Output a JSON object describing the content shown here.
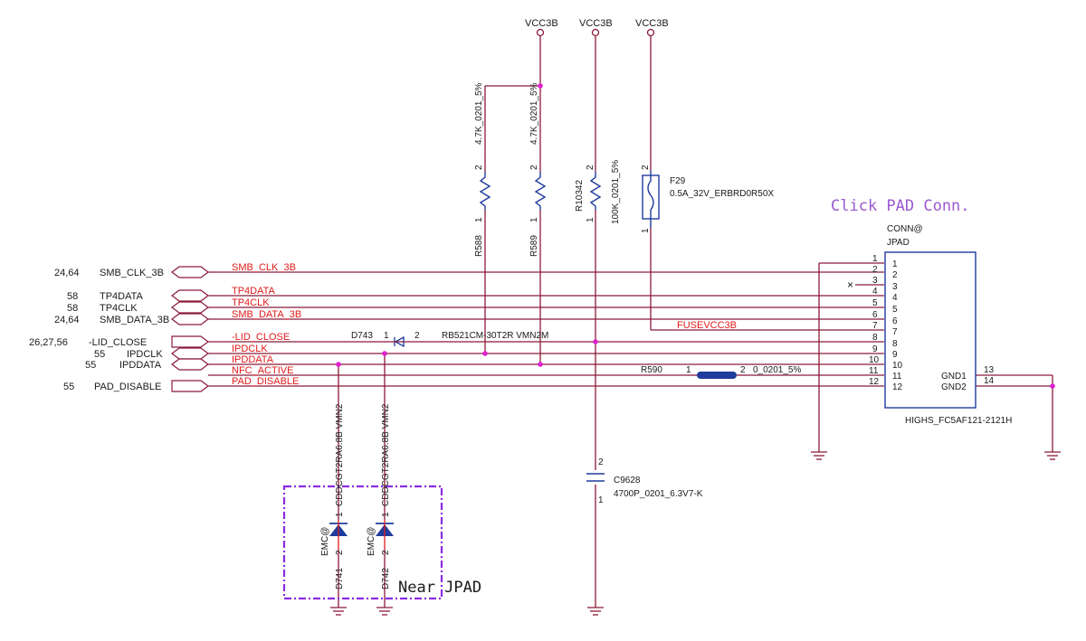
{
  "colors": {
    "wire_red": "#8b1a3a",
    "net_label": "#e01a1a",
    "component_blue": "#1f3b9c",
    "junction": "#e020d0",
    "emc_box": "#8a2be2",
    "title_purple": "#9b59d0"
  },
  "title": "Click PAD Conn.",
  "near_label": "Near JPAD",
  "power": {
    "vcc1": "VCC3B",
    "vcc2": "VCC3B",
    "vcc3": "VCC3B"
  },
  "left_ports": [
    {
      "ref": "24,64",
      "name": "SMB_CLK_3B"
    },
    {
      "ref": "58",
      "name": "TP4DATA"
    },
    {
      "ref": "58",
      "name": "TP4CLK"
    },
    {
      "ref": "24,64",
      "name": "SMB_DATA_3B"
    },
    {
      "ref": "26,27,56",
      "name": "-LID_CLOSE"
    },
    {
      "ref": "55",
      "name": "IPDCLK"
    },
    {
      "ref": "55",
      "name": "IPDDATA"
    },
    {
      "ref": "55",
      "name": "PAD_DISABLE"
    }
  ],
  "nets": {
    "smb_clk": "SMB_CLK_3B",
    "tp4data": "TP4DATA",
    "tp4clk": "TP4CLK",
    "smb_data": "SMB_DATA_3B",
    "lid_close": "-LID_CLOSE",
    "ipdclk": "IPDCLK",
    "ipddata": "IPDDATA",
    "nfc_active": "NFC_ACTIVE",
    "pad_disable": "PAD_DISABLE",
    "fusevcc": "FUSEVCC3B"
  },
  "resistors": {
    "r588": {
      "ref": "R588",
      "value": "4.7K_0201_5%",
      "pin1": "1",
      "pin2": "2"
    },
    "r589": {
      "ref": "R589",
      "value": "4.7K_0201_5%",
      "pin1": "1",
      "pin2": "2"
    },
    "r10342": {
      "ref": "R10342",
      "value": "100K_0201_5%",
      "pin1": "1",
      "pin2": "2"
    },
    "r590": {
      "ref": "R590",
      "value": "0_0201_5%",
      "pin1": "1",
      "pin2": "2"
    }
  },
  "fuse": {
    "ref": "F29",
    "value": "0.5A_32V_ERBRD0R50X",
    "pin1": "1",
    "pin2": "2"
  },
  "capacitor": {
    "ref": "C9628",
    "value": "4700P_0201_6.3V7-K",
    "pin1": "1",
    "pin2": "2"
  },
  "diode_d743": {
    "ref": "D743",
    "value": "RB521CM-30T2R VMN2M",
    "pin1": "1",
    "pin2": "2"
  },
  "esd": [
    {
      "ref": "D741",
      "value": "CDDCGT2RA6.8B VMN2",
      "emc": "EMC@",
      "pin1": "1",
      "pin2": "2"
    },
    {
      "ref": "D742",
      "value": "CDDCGT2RA6.8B VMN2",
      "emc": "EMC@",
      "pin1": "1",
      "pin2": "2"
    }
  ],
  "connector": {
    "ref": "JPAD",
    "tag": "CONN@",
    "part": "HIGHS_FC5AF121-2121H",
    "pins": [
      "1",
      "2",
      "3",
      "4",
      "5",
      "6",
      "7",
      "8",
      "9",
      "10",
      "11",
      "12"
    ],
    "outer_pins": [
      "1",
      "2",
      "3",
      "4",
      "5",
      "6",
      "7",
      "8",
      "9",
      "10",
      "11",
      "12"
    ],
    "gnd1": "GND1",
    "gnd2": "GND2",
    "gnd1_pin": "13",
    "gnd2_pin": "14",
    "nc_mark": "×"
  }
}
